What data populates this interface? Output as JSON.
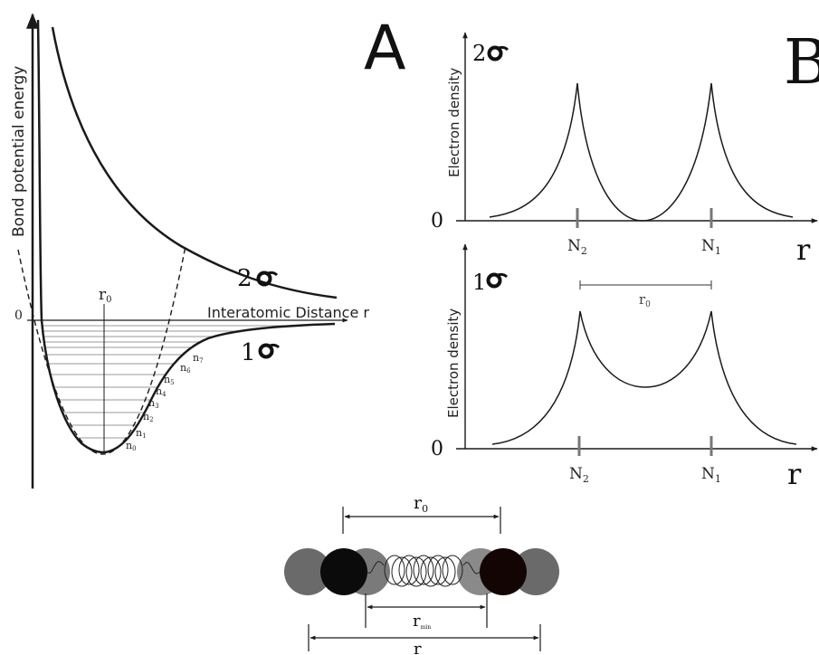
{
  "panel_a": {
    "letter": "A",
    "y_axis_label": "Bond potential energy",
    "x_axis_label": "Interatomic Distance r",
    "zero_label": "0",
    "r0_main": "r",
    "r0_sub": "0",
    "upper_curve_label": "2",
    "lower_curve_label": "1",
    "levels": [
      {
        "main": "n",
        "sub": "0"
      },
      {
        "main": "n",
        "sub": "1"
      },
      {
        "main": "n",
        "sub": "2"
      },
      {
        "main": "n",
        "sub": "3"
      },
      {
        "main": "n",
        "sub": "4"
      },
      {
        "main": "n",
        "sub": "5"
      },
      {
        "main": "n",
        "sub": "6"
      },
      {
        "main": "n",
        "sub": "7"
      }
    ]
  },
  "panel_b": {
    "letter": "B",
    "top": {
      "orbital_num": "2",
      "y_axis_label": "Electron density",
      "zero_label": "0",
      "nucleus_left_main": "N",
      "nucleus_left_sub": "2",
      "nucleus_right_main": "N",
      "nucleus_right_sub": "1",
      "x_axis_label": "r"
    },
    "bottom": {
      "orbital_num": "1",
      "y_axis_label": "Electron density",
      "zero_label": "0",
      "nucleus_left_main": "N",
      "nucleus_left_sub": "2",
      "nucleus_right_main": "N",
      "nucleus_right_sub": "1",
      "x_axis_label": "r",
      "r0_main": "r",
      "r0_sub": "0"
    }
  },
  "spring": {
    "r0_main": "r",
    "r0_sub": "0",
    "rmin_main": "r",
    "rmin_sub": "min",
    "r_label": "r"
  },
  "colors": {
    "line": "#1a1a1a",
    "level": "#777777",
    "tick": "#777777",
    "atom_dark": "#0b0b0b",
    "atom_dark2": "#140505",
    "atom_gray": "#6a6a6a",
    "atom_gray_light": "#8a8a8a"
  }
}
